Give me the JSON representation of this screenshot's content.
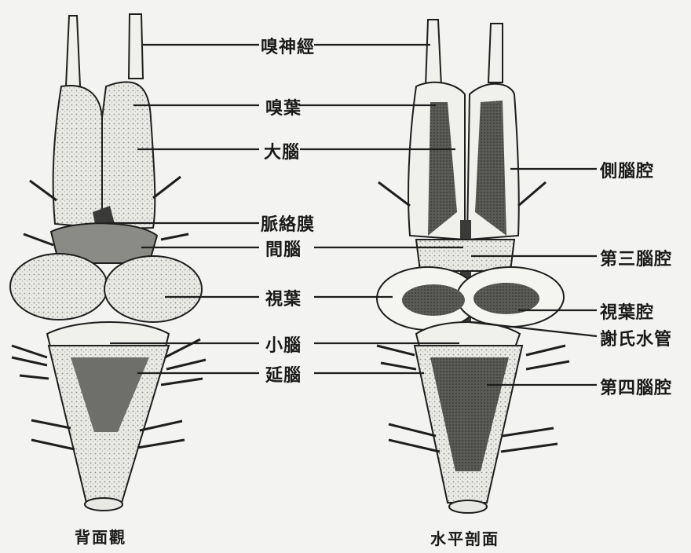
{
  "labels_center": [
    {
      "id": "olfactory-nerve",
      "text": "嗅神經"
    },
    {
      "id": "olfactory-lobe",
      "text": "嗅葉"
    },
    {
      "id": "cerebrum",
      "text": "大腦"
    },
    {
      "id": "choroid-plexus",
      "text": "脈絡膜"
    },
    {
      "id": "diencephalon",
      "text": "間腦"
    },
    {
      "id": "optic-lobe",
      "text": "視葉"
    },
    {
      "id": "cerebellum",
      "text": "小腦"
    },
    {
      "id": "medulla",
      "text": "延腦"
    }
  ],
  "labels_right": [
    {
      "id": "lateral-ventricle",
      "text": "側腦腔"
    },
    {
      "id": "third-ventricle",
      "text": "第三腦腔"
    },
    {
      "id": "optic-ventricle",
      "text": "視葉腔"
    },
    {
      "id": "sylvian-aqueduct",
      "text": "謝氏水管"
    },
    {
      "id": "fourth-ventricle",
      "text": "第四腦腔"
    }
  ],
  "captions": {
    "dorsal": "背面觀",
    "horizontal": "水平剖面"
  }
}
